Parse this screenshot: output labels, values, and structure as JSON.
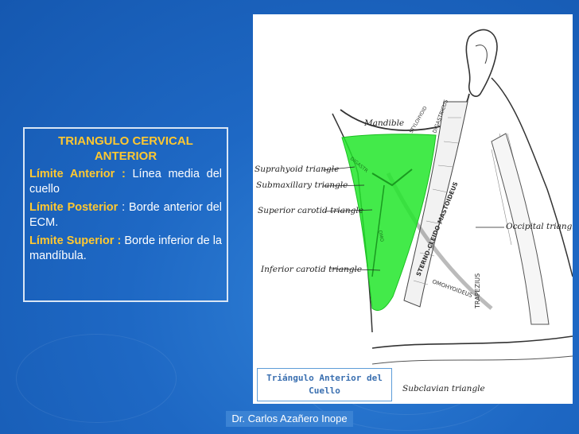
{
  "textbox": {
    "title": "TRIANGULO CERVICAL ANTERIOR",
    "items": [
      {
        "key": "Límite Anterior :",
        "text": " Línea media del cuello"
      },
      {
        "key": "Límite Posterior",
        "text": " : Borde anterior del ECM."
      },
      {
        "key": "Límite Superior :",
        "text": " Borde inferior de la mandíbula."
      }
    ]
  },
  "figure": {
    "labels": {
      "mandible": "Mandible",
      "suprahyoid": "Suprahyoid triangle",
      "submaxillary": "Submaxillary triangle",
      "superior_carotid": "Superior carotid triangle",
      "inferior_carotid": "Inferior carotid triangle",
      "occipital": "Occipital triangle",
      "subclavian": "Subclavian triangle",
      "scm": "STERNO-CLEIDO-MASTOIDEUS",
      "trapezius": "TRAPEZIUS",
      "omohyoideus": "OMOHYOIDEUS",
      "digastricus": "DIGASTRICUS",
      "stylohyoid": "STYLOHYOID",
      "omo": "OMO",
      "digastr": "DIGASTR"
    },
    "highlight_color": "#22e62a"
  },
  "caption": {
    "line1": "Triángulo Anterior del",
    "line2": "Cuello"
  },
  "footer": {
    "author": "Dr. Carlos Azañero Inope"
  }
}
